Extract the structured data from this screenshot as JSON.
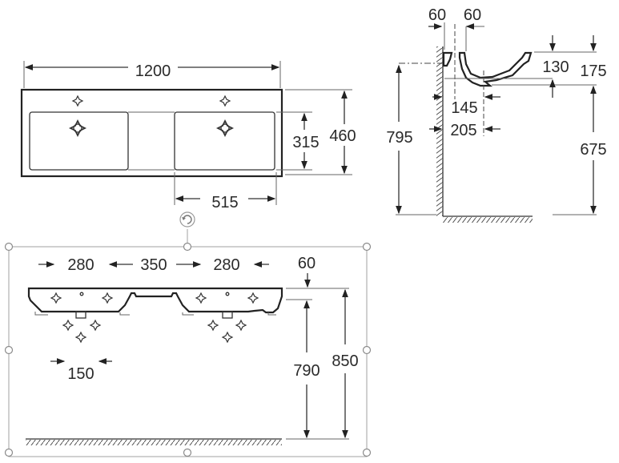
{
  "top_view": {
    "width_label": "1200",
    "depth_label": "460",
    "basin_depth_label": "315",
    "basin_width_label": "515"
  },
  "front_view": {
    "basin_width_left_label": "280",
    "basin_gap_label": "350",
    "basin_width_right_label": "280",
    "rim_height_label": "60",
    "drain_spacing_label": "150",
    "basin_height_label": "790",
    "total_height_label": "850"
  },
  "side_view": {
    "wall_gap_label": "60",
    "rim_offset_label": "60",
    "bowl_depth_label": "130",
    "total_depth_label": "175",
    "drain_offset_label": "145",
    "drain_offset_outer_label": "205",
    "mount_height_label": "795",
    "bottom_height_label": "675"
  },
  "icons": {
    "rotate": "rotate-handle-icon",
    "resize": "resize-handle-icon"
  }
}
